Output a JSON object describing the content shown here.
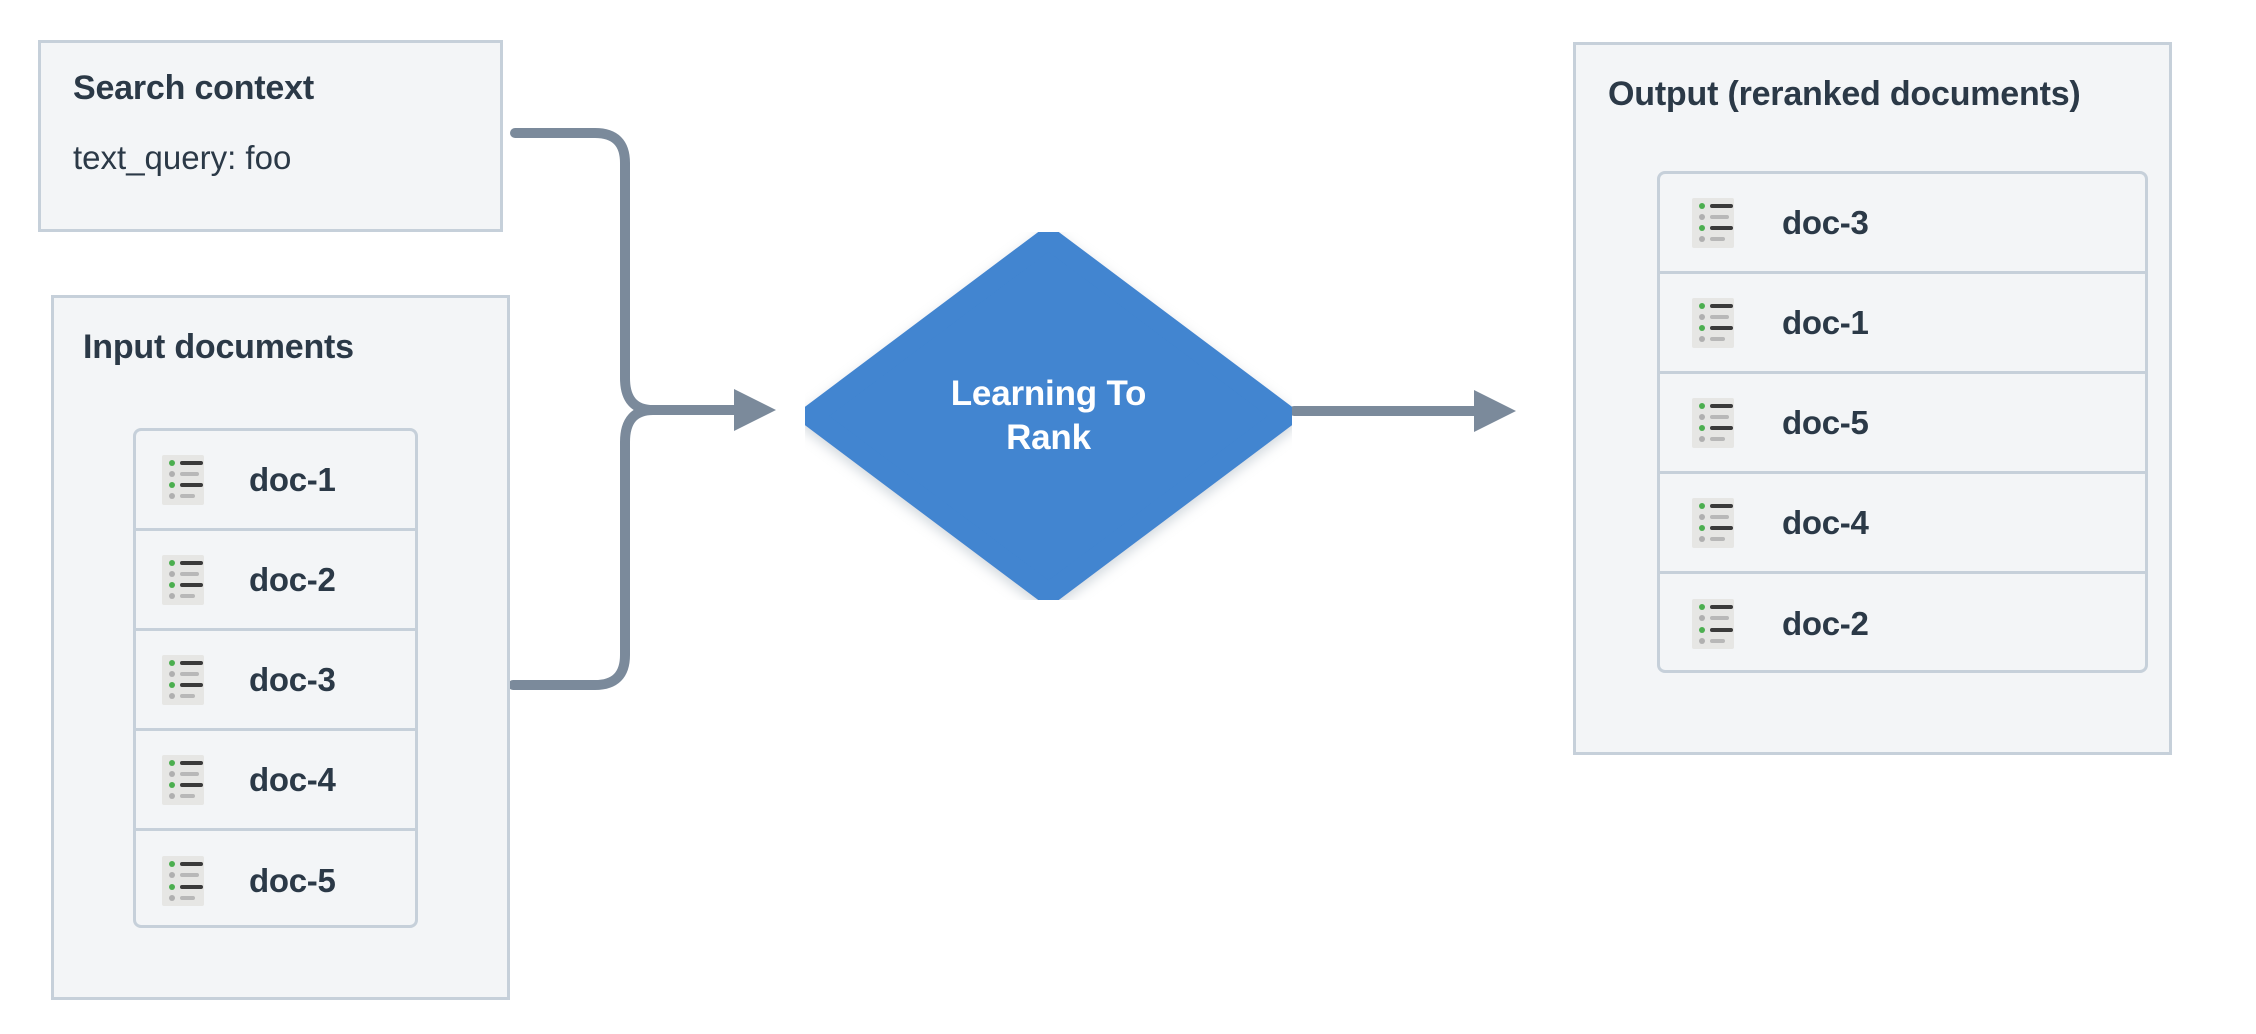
{
  "diagram": {
    "title": "Learning To Rank reranking flow",
    "background": "#ffffff",
    "colors": {
      "panel_bg": "#f3f5f7",
      "panel_border": "#c6d0da",
      "text": "#2b3947",
      "accent": "#4285d0",
      "connector": "#7b8a9b",
      "icon_bg": "#e6e6e4",
      "icon_green": "#4caf50",
      "icon_grey": "#b0b0b0",
      "icon_dark_line": "#3a3a3a"
    }
  },
  "search_context": {
    "title": "Search context",
    "query_line": "text_query: foo"
  },
  "input_documents": {
    "title": "Input documents",
    "items": [
      {
        "label": "doc-1",
        "icon": "document-list-icon"
      },
      {
        "label": "doc-2",
        "icon": "document-list-icon"
      },
      {
        "label": "doc-3",
        "icon": "document-list-icon"
      },
      {
        "label": "doc-4",
        "icon": "document-list-icon"
      },
      {
        "label": "doc-5",
        "icon": "document-list-icon"
      }
    ]
  },
  "process_node": {
    "label": "Learning To\nRank",
    "label_line_1": "Learning To",
    "label_line_2": "Rank",
    "shape": "diamond",
    "fill": "#4285d0"
  },
  "output_documents": {
    "title": "Output (reranked documents)",
    "items": [
      {
        "label": "doc-3",
        "icon": "document-list-icon"
      },
      {
        "label": "doc-1",
        "icon": "document-list-icon"
      },
      {
        "label": "doc-5",
        "icon": "document-list-icon"
      },
      {
        "label": "doc-4",
        "icon": "document-list-icon"
      },
      {
        "label": "doc-2",
        "icon": "document-list-icon"
      }
    ]
  },
  "connectors": [
    {
      "name": "search-context-to-ltr",
      "from": "search_context",
      "to": "process_node",
      "arrow": true
    },
    {
      "name": "input-documents-to-ltr",
      "from": "input_documents",
      "to": "process_node",
      "arrow": true
    },
    {
      "name": "ltr-to-output",
      "from": "process_node",
      "to": "output_documents",
      "arrow": true
    }
  ]
}
